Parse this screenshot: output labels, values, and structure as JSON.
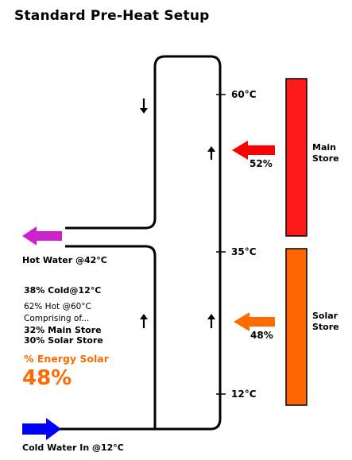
{
  "title": "Standard Pre-Heat Setup",
  "labels": {
    "hot_water": "Hot Water @42°C",
    "cold_water": "Cold Water In @12°C",
    "temp_top": "60°C",
    "temp_mid": "35°C",
    "temp_bottom": "12°C",
    "main_store_pct": "52%",
    "solar_store_pct": "48%",
    "main_store": [
      "Main",
      "Store"
    ],
    "solar_store": [
      "Solar",
      "Store"
    ]
  },
  "mix": {
    "line1": "38% Cold@12°C",
    "line2": "62% Hot @60°C",
    "line3": "Comprising of...",
    "line4": "32% Main Store",
    "line5": "30% Solar Store"
  },
  "energy": {
    "label": "% Energy Solar",
    "value": "48%"
  },
  "colors": {
    "main_store": "#ff1a1a",
    "solar_store": "#ff6600",
    "hot_arrow": "#cc22cc",
    "cold_arrow": "#0000ff",
    "main_arrow": "#ff0000",
    "solar_arrow": "#ff6a00",
    "energy_text": "#ff6a00"
  }
}
